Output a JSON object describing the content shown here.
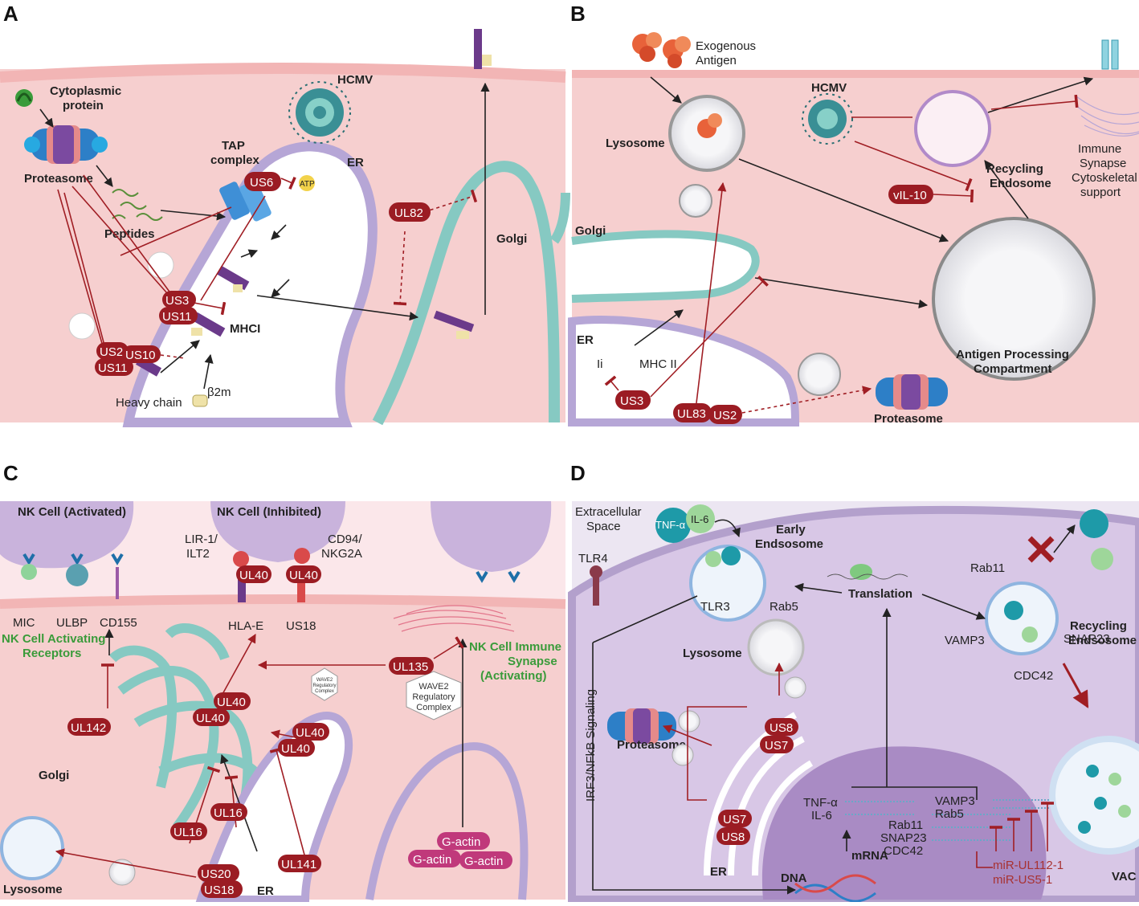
{
  "panels": {
    "A": {
      "letter": "A",
      "labels": {
        "cytoplasmic_protein": [
          "Cytoplasmic",
          "protein"
        ],
        "proteasome": "Proteasome",
        "peptides": "Peptides",
        "tap": [
          "TAP",
          "complex"
        ],
        "hcmv": "HCMV",
        "er": "ER",
        "atp": "ATP",
        "golgi": "Golgi",
        "mhci": "MHCI",
        "heavy_chain": "Heavy chain",
        "b2m": "β2m"
      },
      "pills": {
        "us6": "US6",
        "ul82": "UL82",
        "us3": "US3",
        "us11a": "US11",
        "us2": "US2",
        "us10": "US10",
        "us11b": "US11"
      }
    },
    "B": {
      "letter": "B",
      "labels": {
        "exogenous": [
          "Exogenous",
          "Antigen"
        ],
        "hcmv": "HCMV",
        "lysosome": "Lysosome",
        "immune": [
          "Immune",
          "Synapse",
          "Cytoskeletal",
          "support"
        ],
        "recycling": [
          "Recycling",
          "Endosome"
        ],
        "golgi": "Golgi",
        "er": "ER",
        "ii": "Ii",
        "mhcii": "MHC II",
        "apc": [
          "Antigen Processing",
          "Compartment"
        ],
        "proteasome": "Proteasome"
      },
      "pills": {
        "vil10": "vIL-10",
        "us3": "US3",
        "ul83": "UL83",
        "us2": "US2"
      }
    },
    "C": {
      "letter": "C",
      "labels": {
        "nk_activated": "NK Cell (Activated)",
        "nk_inhibited": "NK Cell (Inhibited)",
        "lir": [
          "LIR-1/",
          "ILT2"
        ],
        "cd94": [
          "CD94/",
          "NKG2A"
        ],
        "mic": "MIC",
        "ulbp": "ULBP",
        "cd155": "CD155",
        "hla_e": "HLA-E",
        "us18_rec": "US18",
        "nk_activating": [
          "NK Cell Activating",
          "Receptors"
        ],
        "nk_synapse": [
          "NK Cell Immune",
          "Synapse",
          "(Activating)"
        ],
        "wave2_small": [
          "WAVE2",
          "Regulatory",
          "Complex"
        ],
        "wave2": [
          "WAVE2",
          "Regulatory",
          "Complex"
        ],
        "golgi": "Golgi",
        "lysosome": "Lysosome",
        "er": "ER"
      },
      "pills": {
        "ul40_lir": "UL40",
        "ul40_cd94": "UL40",
        "ul135": "UL135",
        "ul142": "UL142",
        "ul40_a": "UL40",
        "ul40_b": "UL40",
        "ul40_c": "UL40",
        "ul40_d": "UL40",
        "ul16_a": "UL16",
        "ul16_b": "UL16",
        "ul141": "UL141",
        "us20": "US20",
        "us18": "US18"
      },
      "gactin": [
        "G-actin",
        "G-actin",
        "G-actin"
      ]
    },
    "D": {
      "letter": "D",
      "labels": {
        "extracellular": [
          "Extracellular",
          "Space"
        ],
        "tnf": "TNF-α",
        "il6": "IL-6",
        "early": [
          "Early",
          "Endsosome"
        ],
        "tlr4": "TLR4",
        "tlr3": "TLR3",
        "rab5": "Rab5",
        "translation": "Translation",
        "rab11": "Rab11",
        "snap23": "SNAP23",
        "vamp3": "VAMP3",
        "recycling": [
          "Recycling",
          "Endsosome"
        ],
        "cdc42": "CDC42",
        "lysosome": "Lysosome",
        "proteasome": "Proteasome",
        "signaling": "IRF3/NFkB Signaling",
        "er": "ER",
        "dna": "DNA",
        "mrna": "mRNA",
        "vac": "VAC",
        "genes_left": [
          "TNF-α",
          "IL-6"
        ],
        "genes_mid": [
          "Rab11",
          "SNAP23",
          "CDC42"
        ],
        "genes_right": [
          "VAMP3",
          "Rab5"
        ]
      },
      "pills": {
        "us8_a": "US8",
        "us7_a": "US7",
        "us7_b": "US7",
        "us8_b": "US8"
      },
      "mirs": [
        "miR-UL112-1",
        "miR-US5-1"
      ]
    }
  },
  "colors": {
    "pill": "#9b1c23",
    "inhibit": "#a01e24",
    "cell": "#f7d3d3",
    "membrane": "#f0b9b9",
    "er": "#b6a6d6",
    "golgi": "#86c9c2",
    "purple_cell": "#d8c7e6",
    "actin": "#c0397b"
  }
}
